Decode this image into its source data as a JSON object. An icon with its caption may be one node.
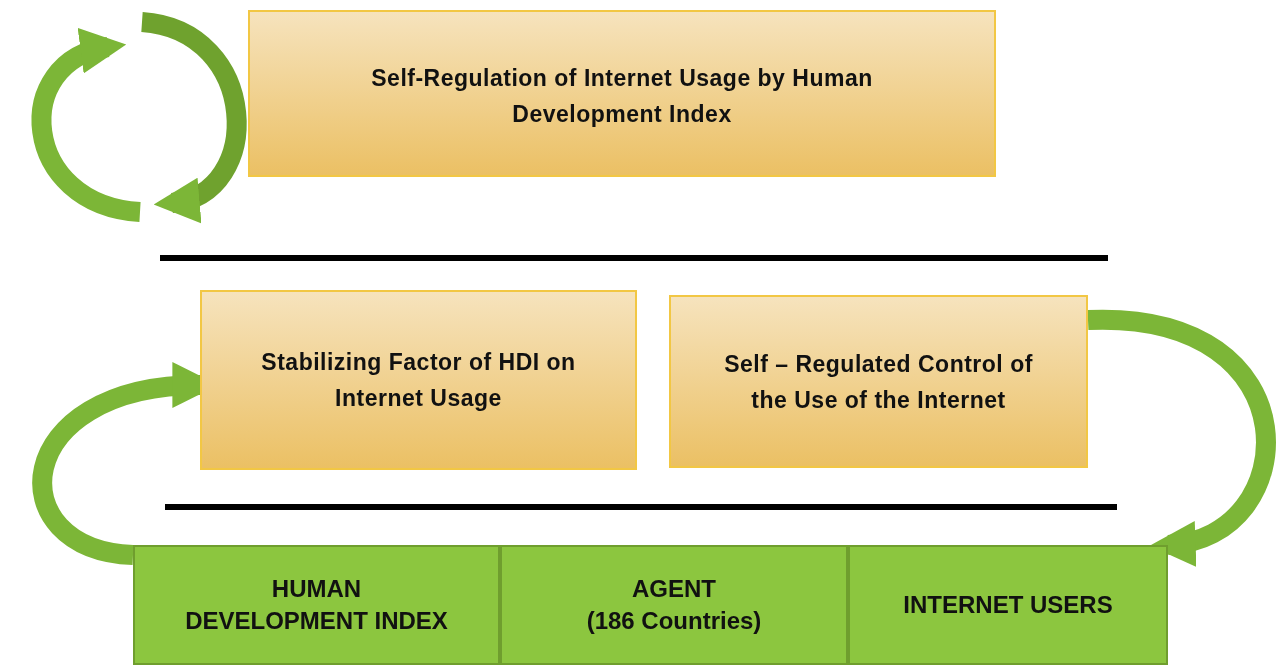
{
  "diagram": {
    "nodes": [
      {
        "text": [
          "Self-Regulation of Internet Usage by Human Development Index"
        ]
      },
      {
        "text": [
          "Stabilizing Factor of HDI on Internet Usage"
        ]
      },
      {
        "text": [
          "Self – Regulated Control of the Use of the Internet"
        ]
      },
      {
        "text": [
          "HUMAN DEVELOPMENT INDEX"
        ]
      },
      {
        "text": [
          "AGENT",
          "(186 Countries)"
        ]
      },
      {
        "text": [
          "INTERNET USERS"
        ]
      }
    ],
    "edges": [
      {
        "from": 3,
        "to": 1,
        "arrow": "to"
      },
      {
        "from": 2,
        "to": 5,
        "arrow": "to"
      }
    ]
  }
}
